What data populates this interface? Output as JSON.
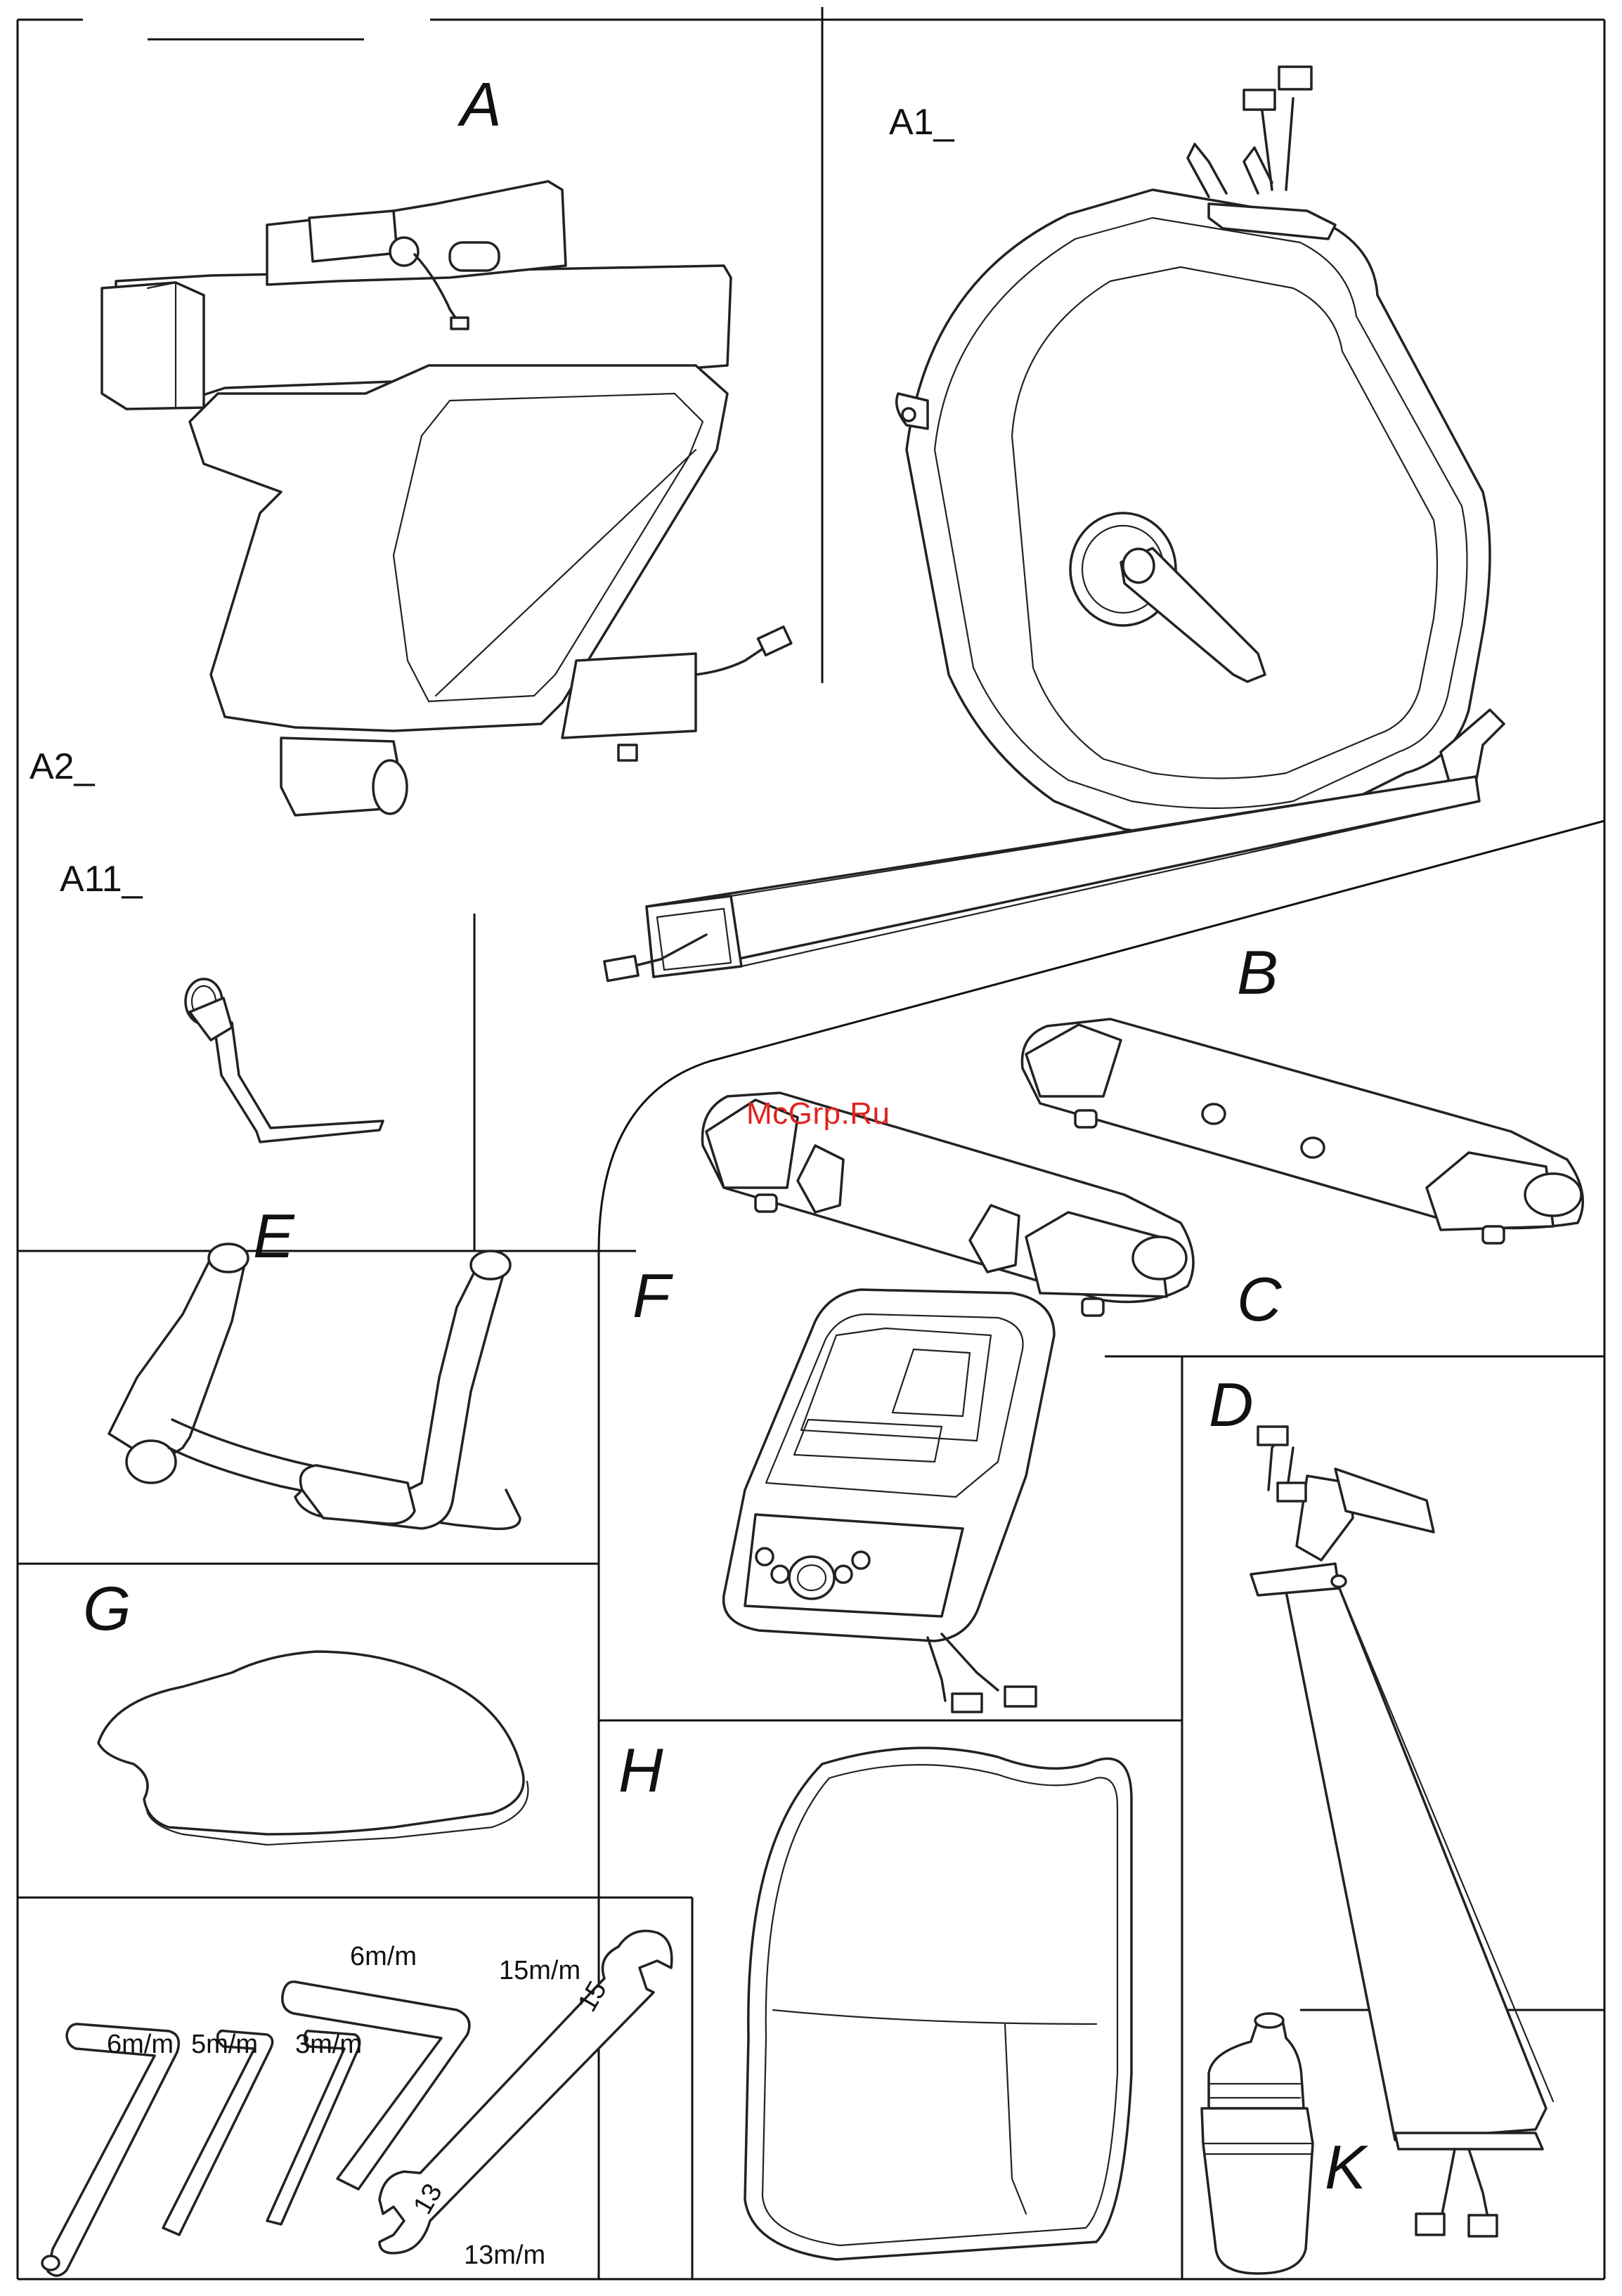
{
  "watermark": "McGrp.Ru",
  "parts": {
    "A": "A",
    "A1": "A1_",
    "A2": "A2_",
    "A11": "A11_",
    "B": "B",
    "C": "C",
    "D": "D",
    "E": "E",
    "F": "F",
    "G": "G",
    "H": "H",
    "K": "K"
  },
  "tools": {
    "hex_6mm_long": "6m/m",
    "hex_6mm": "6m/m",
    "hex_5mm": "5m/m",
    "hex_3mm": "3m/m",
    "wrench_15mm": "15m/m",
    "wrench_13mm": "13m/m",
    "wrench_stamp_15": "15",
    "wrench_stamp_13": "13"
  }
}
